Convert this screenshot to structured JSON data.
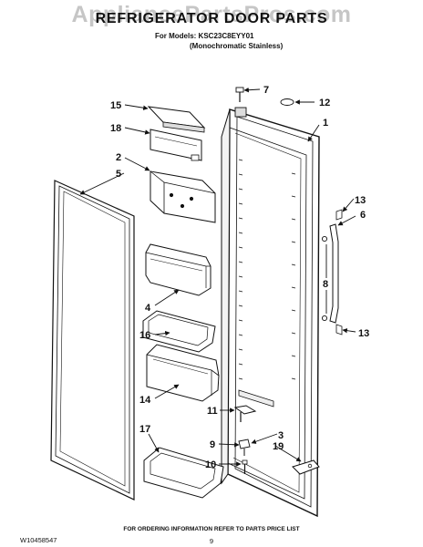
{
  "watermark": "AppliancePartsPros.com",
  "title": "REFRIGERATOR DOOR PARTS",
  "models_line1": "For Models: KSC23C8EYY01",
  "models_line2": "(Monochromatic Stainless)",
  "footer": "FOR ORDERING INFORMATION REFER TO PARTS PRICE LIST",
  "doc_number": "W10458547",
  "page_number": "9",
  "callouts": {
    "c7": "7",
    "c12": "12",
    "c1": "1",
    "c15": "15",
    "c18": "18",
    "c2": "2",
    "c5": "5",
    "c13a": "13",
    "c6": "6",
    "c8": "8",
    "c13b": "13",
    "c4": "4",
    "c16": "16",
    "c14": "14",
    "c11": "11",
    "c3": "3",
    "c9": "9",
    "c19": "19",
    "c17": "17",
    "c10": "10"
  }
}
